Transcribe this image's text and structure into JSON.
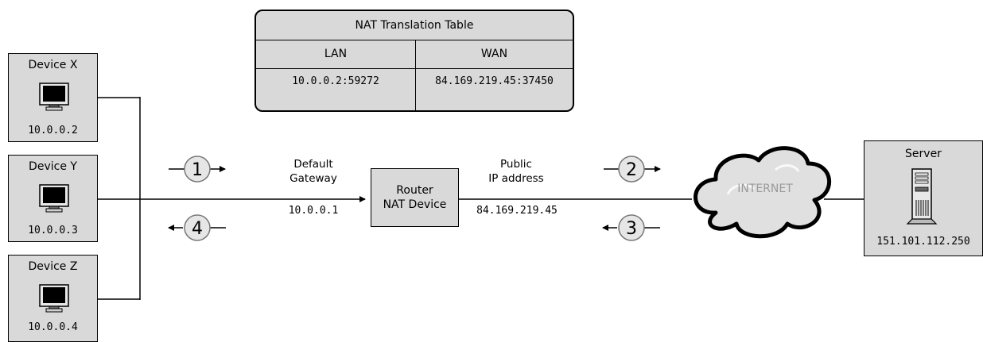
{
  "nat_table": {
    "title": "NAT Translation Table",
    "headers": [
      "LAN",
      "WAN"
    ],
    "rows": [
      [
        "10.0.0.2:59272",
        "84.169.219.45:37450"
      ]
    ]
  },
  "devices": [
    {
      "name": "Device X",
      "ip": "10.0.0.2"
    },
    {
      "name": "Device Y",
      "ip": "10.0.0.3"
    },
    {
      "name": "Device Z",
      "ip": "10.0.0.4"
    }
  ],
  "router": {
    "line1": "Router",
    "line2": "NAT Device"
  },
  "gateway": {
    "line1": "Default",
    "line2": "Gateway",
    "ip": "10.0.0.1"
  },
  "public": {
    "line1": "Public",
    "line2": "IP address",
    "ip": "84.169.219.45"
  },
  "internet": {
    "label": "INTERNET"
  },
  "server": {
    "name": "Server",
    "ip": "151.101.112.250"
  },
  "steps": [
    "1",
    "2",
    "3",
    "4"
  ],
  "colors": {
    "box_fill": "#d9d9d9",
    "cloud_fill": "#e0e0e0",
    "step_fill": "#e6e6e6",
    "internet_text": "#9a9a9a"
  }
}
